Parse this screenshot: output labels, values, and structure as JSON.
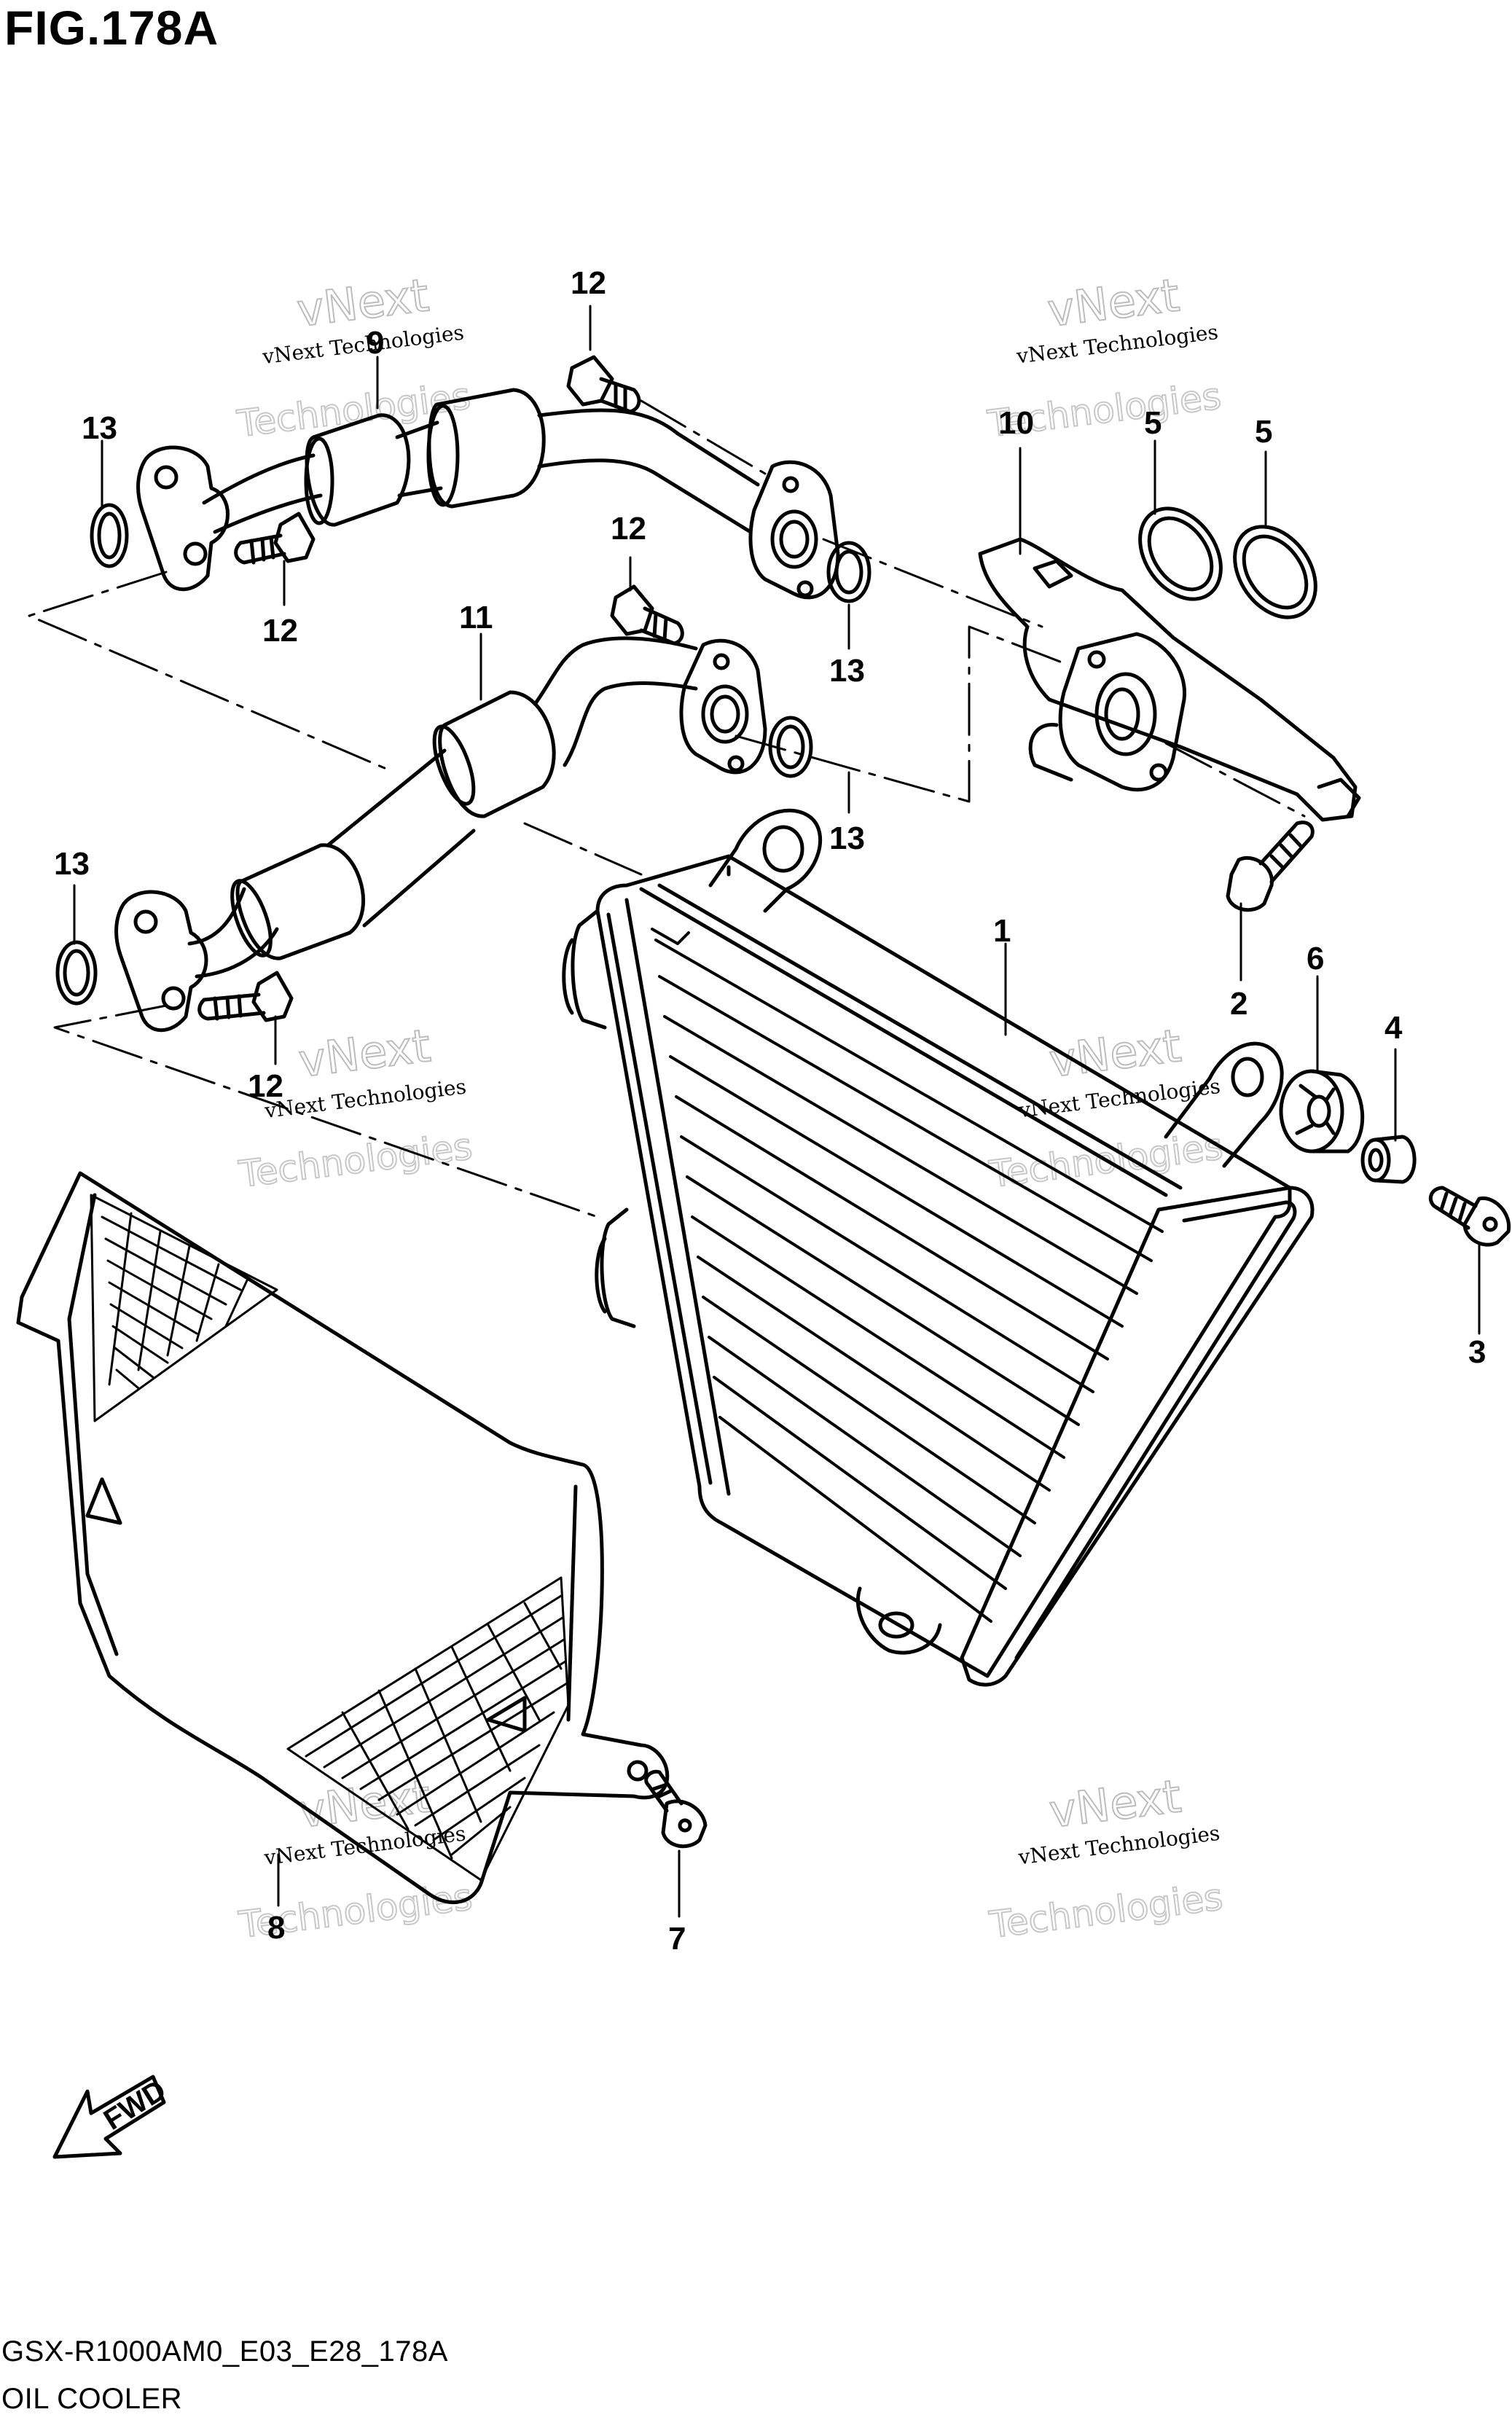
{
  "figure": {
    "title": "FIG.178A",
    "model_code": "GSX-R1000AM0_E03_E28_178A",
    "name": "OIL COOLER"
  },
  "callouts": [
    "1",
    "2",
    "3",
    "4",
    "5",
    "5",
    "6",
    "7",
    "8",
    "9",
    "10",
    "11",
    "12",
    "12",
    "12",
    "12",
    "13",
    "13",
    "13",
    "13"
  ],
  "watermark": {
    "line1": "vNext Technologies",
    "line2": "vNext",
    "line3": "Technologies"
  },
  "fwd_label": "FWD"
}
